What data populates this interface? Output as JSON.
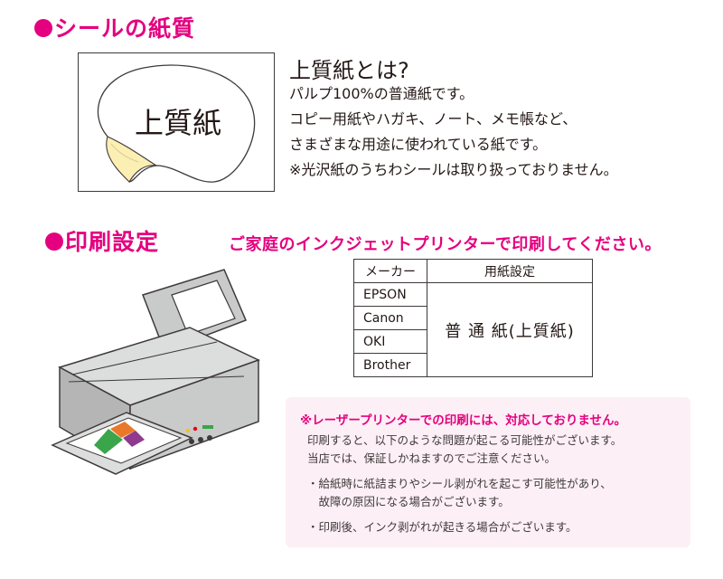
{
  "section1": {
    "title": "シールの紙質"
  },
  "sample": {
    "label": "上質紙"
  },
  "info": {
    "title": "上質紙とは?",
    "lines": [
      "パルプ100%の普通紙です。",
      "コピー用紙やハガキ、ノート、メモ帳など、",
      "さまざまな用途に使われている紙です。",
      "※光沢紙のうちわシールは取り扱っておりません。"
    ]
  },
  "section2": {
    "title": "印刷設定",
    "subtitle": "ご家庭のインクジェットプリンターで印刷してください。"
  },
  "table": {
    "headers": [
      "メーカー",
      "用紙設定"
    ],
    "makers": [
      "EPSON",
      "Canon",
      "OKI",
      "Brother"
    ],
    "setting": "普 通 紙(上質紙)"
  },
  "notice": {
    "title": "※レーザープリンターでの印刷には、対応しておりません。",
    "lines": [
      "印刷すると、以下のような問題が起こる可能性がございます。",
      "当店では、保証しかねますのでご注意ください。",
      "・給紙時に紙詰まりやシール剥がれを起こす可能性があり、",
      "　故障の原因になる場合がございます。",
      "・印刷後、インク剥がれが起きる場合がございます。"
    ]
  },
  "colors": {
    "accent": "#e4007f",
    "notice_bg": "#fdeff6",
    "printer_body": "#c9caca"
  }
}
